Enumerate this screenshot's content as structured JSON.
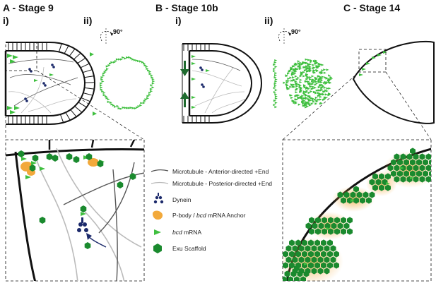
{
  "panels": {
    "a": {
      "title": "A - Stage 9",
      "sub_i": "i)",
      "sub_ii": "ii)",
      "rotation": "90°"
    },
    "b": {
      "title": "B - Stage 10b",
      "sub_i": "i)",
      "sub_ii": "ii)",
      "rotation": "90°"
    },
    "c": {
      "title": "C - Stage 14"
    }
  },
  "legend": {
    "items": [
      {
        "key": "microtubule-anterior",
        "label": "Microtubule - Anterior-directed +End"
      },
      {
        "key": "microtubule-posterior",
        "label": "Microtubule - Posterior-directed +End"
      },
      {
        "key": "dynein",
        "label": "Dynein"
      },
      {
        "key": "pbody",
        "label_pre": "P-body / ",
        "label_italic": "bcd",
        "label_post": " mRNA Anchor"
      },
      {
        "key": "mrna",
        "label_pre": "",
        "label_italic": "bcd",
        "label_post": " mRNA"
      },
      {
        "key": "exu",
        "label": "Exu Scaffold"
      }
    ]
  },
  "colors": {
    "mrna_green": "#3fbf3f",
    "exu_green": "#1a8a2e",
    "dynein_navy": "#1c2a6b",
    "pbody_orange": "#f2a93b",
    "arrow_green": "#1f6b2f",
    "mt_dark": "#555555",
    "mt_light": "#bbbbbb"
  }
}
